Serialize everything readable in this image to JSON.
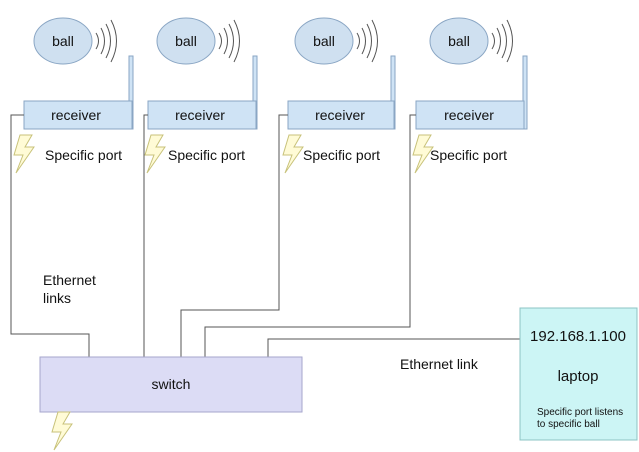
{
  "colors": {
    "ball_fill": "#cfe0f0",
    "ball_stroke": "#8aa6c4",
    "receiver_fill": "#cfe3f5",
    "receiver_stroke": "#8aa6c4",
    "switch_fill": "#dcdcf5",
    "switch_stroke": "#a6a6cc",
    "laptop_fill": "#ccf5f5",
    "laptop_stroke": "#8cc4c4",
    "wire": "#555555",
    "bolt_fill": "#fffbd6",
    "bolt_stroke": "#c8c27a"
  },
  "nodes": [
    {
      "ball_label": "ball",
      "receiver_label": "receiver",
      "port_label": "Specific port"
    },
    {
      "ball_label": "ball",
      "receiver_label": "receiver",
      "port_label": "Specific port"
    },
    {
      "ball_label": "ball",
      "receiver_label": "receiver",
      "port_label": "Specific port"
    },
    {
      "ball_label": "ball",
      "receiver_label": "receiver",
      "port_label": "Specific port"
    }
  ],
  "labels": {
    "ethernet_links_line1": "Ethernet",
    "ethernet_links_line2": "links",
    "ethernet_link": "Ethernet link"
  },
  "switch": {
    "label": "switch"
  },
  "laptop": {
    "ip": "192.168.1.100",
    "label": "laptop",
    "note_line1": "Specific port listens",
    "note_line2": "to specific ball"
  }
}
